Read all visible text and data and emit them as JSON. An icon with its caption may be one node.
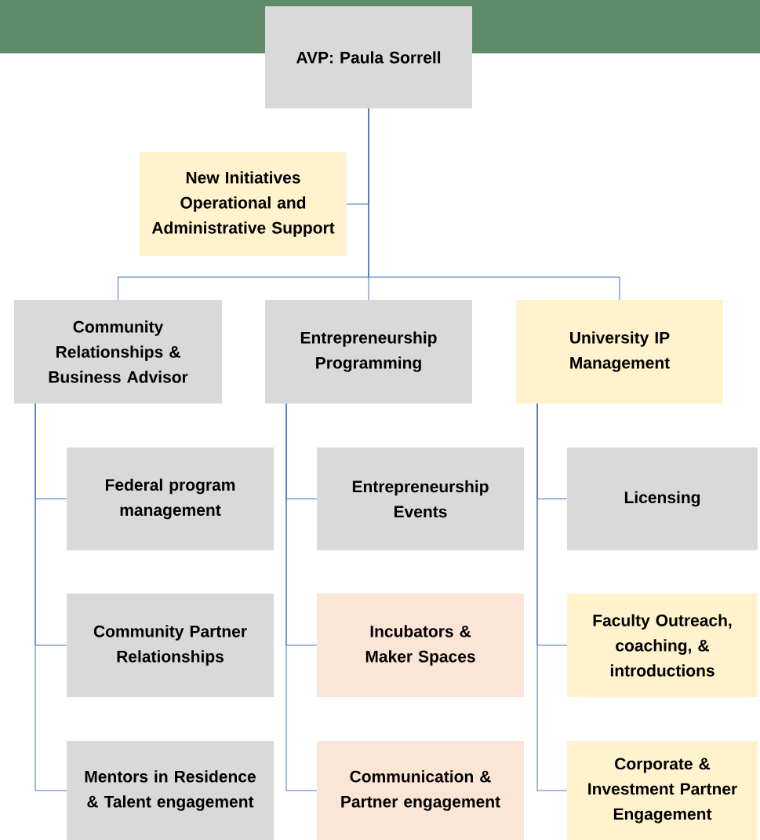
{
  "diagram": {
    "nodes": [
      {
        "text": [
          "AVP: Paula Sorrell"
        ]
      },
      {
        "text": [
          "New Initiatives Operational and Administrative Support"
        ]
      },
      {
        "text": [
          "Community Relationships & Business Advisor"
        ]
      },
      {
        "text": [
          "Entrepreneurship Programming"
        ]
      },
      {
        "text": [
          "University IP Management"
        ]
      },
      {
        "text": [
          "Federal program management"
        ]
      },
      {
        "text": [
          "Community Partner Relationships"
        ]
      },
      {
        "text": [
          "Mentors in Residence & Talent engagement"
        ]
      },
      {
        "text": [
          "Entrepreneurship Events"
        ]
      },
      {
        "text": [
          "Incubators & Maker Spaces"
        ]
      },
      {
        "text": [
          "Communication & Partner engagement"
        ]
      },
      {
        "text": [
          "Licensing"
        ]
      },
      {
        "text": [
          "Faculty Outreach, coaching, & introductions"
        ]
      },
      {
        "text": [
          "Corporate & Investment Partner Engagement"
        ]
      }
    ],
    "edges": [
      {
        "from": 0,
        "to": 1,
        "arrow": "none"
      },
      {
        "from": 0,
        "to": 2,
        "arrow": "none"
      },
      {
        "from": 0,
        "to": 3,
        "arrow": "none"
      },
      {
        "from": 0,
        "to": 4,
        "arrow": "none"
      },
      {
        "from": 2,
        "to": 5,
        "arrow": "none"
      },
      {
        "from": 2,
        "to": 6,
        "arrow": "none"
      },
      {
        "from": 2,
        "to": 7,
        "arrow": "none"
      },
      {
        "from": 3,
        "to": 8,
        "arrow": "none"
      },
      {
        "from": 3,
        "to": 9,
        "arrow": "none"
      },
      {
        "from": 3,
        "to": 10,
        "arrow": "none"
      },
      {
        "from": 4,
        "to": 11,
        "arrow": "none"
      },
      {
        "from": 4,
        "to": 12,
        "arrow": "none"
      },
      {
        "from": 4,
        "to": 13,
        "arrow": "none"
      }
    ]
  }
}
